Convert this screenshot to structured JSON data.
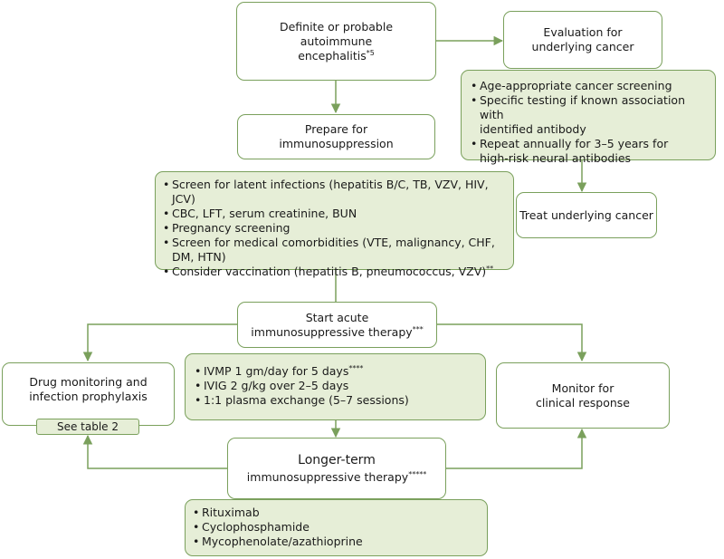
{
  "nodes": {
    "diagnosis": {
      "text": "Definite or probable\nautoimmune\nencephalitis",
      "sup": "*5"
    },
    "evaluation": {
      "text": "Evaluation for\nunderlying cancer"
    },
    "screening": {
      "items": [
        "Age-appropriate cancer screening",
        "Specific testing if known association with\nidentified antibody",
        "Repeat annually for 3–5 years for\nhigh-risk neural antibodies"
      ]
    },
    "prepare": {
      "text": "Prepare for\nimmunosuppression"
    },
    "pre_therapy": {
      "items": [
        "Screen for latent infections (hepatitis B/C, TB, VZV, HIV, JCV)",
        "CBC, LFT, serum creatinine, BUN",
        "Pregnancy screening",
        "Screen for medical comorbidities (VTE, malignancy, CHF,\nDM, HTN)",
        "Consider vaccination (hepatitis B, pneumococcus, VZV)"
      ],
      "last_sup": "**"
    },
    "treat_cancer": {
      "text": "Treat underlying cancer"
    },
    "acute": {
      "text": "Start acute\nimmunosuppressive therapy",
      "sup": "***"
    },
    "drug_monitoring": {
      "text": "Drug monitoring and\ninfection prophylaxis",
      "tab": "See table 2"
    },
    "acute_options": {
      "items": [
        "IVMP 1 gm/day for 5 days",
        "IVIG 2 g/kg over 2–5 days",
        "1:1 plasma exchange (5–7 sessions)"
      ],
      "first_sup": "****"
    },
    "monitor": {
      "text": "Monitor for\nclinical response"
    },
    "longer_term": {
      "title": "Longer-term",
      "text": "immunosuppressive therapy",
      "sup": "*****"
    },
    "longer_options": {
      "items": [
        "Rituximab",
        "Cyclophosphamide",
        "Mycophenolate/azathioprine"
      ]
    }
  },
  "colors": {
    "border": "#7aa05c",
    "fill": "#e6eed7",
    "arrow": "#7aa05c"
  }
}
